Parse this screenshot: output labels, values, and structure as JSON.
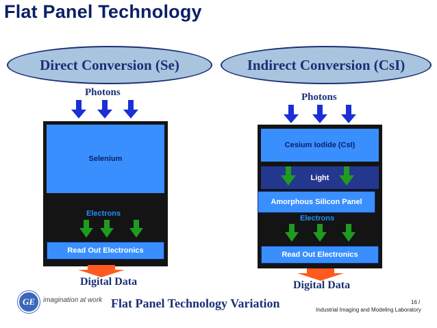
{
  "slide": {
    "title": "Flat Panel Technology",
    "left_heading": "Direct Conversion (Se)",
    "right_heading": "Indirect Conversion (CsI)"
  },
  "left": {
    "photons_label": "Photons",
    "selenium_label": "Selenium",
    "electrons_label": "Electrons",
    "readout_label": "Read Out Electronics",
    "digital_label": "Digital Data"
  },
  "right": {
    "photons_label": "Photons",
    "cesium_label": "Cesium Iodide (CsI)",
    "light_label": "Light",
    "silicon_label": "Amorphous Silicon Panel",
    "electrons_label": "Electrons",
    "readout_label": "Read Out Electronics",
    "digital_label": "Digital Data"
  },
  "footer": {
    "logo_text": "GE",
    "tagline": "imagination at work",
    "title": "Flat Panel Technology Variation",
    "page_number": "16 /",
    "lab_name": "Industrial Imaging and Modeling Laboratory"
  },
  "colors": {
    "navy": "#1b2f74",
    "oval_fill": "#a9c4df",
    "detector_blue": "#3a8fff",
    "panel_black": "#141414",
    "light_band": "#24378f",
    "photon_arrow": "#1a2fd6",
    "electron_arrow": "#1f9b1f",
    "output_arrow": "#ff5a1f"
  }
}
